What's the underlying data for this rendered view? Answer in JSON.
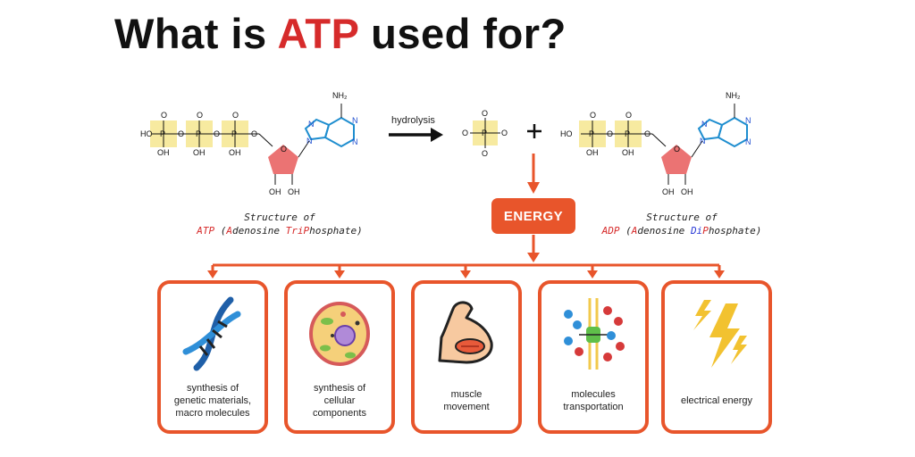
{
  "title": {
    "prefix": "What is ",
    "highlight": "ATP",
    "suffix": " used for?"
  },
  "reaction": {
    "arrow_label": "hydrolysis",
    "plus": "+",
    "energy": "ENERGY",
    "atp_caption": {
      "line1": "Structure of",
      "acronym": "ATP",
      "open": " (",
      "a": "A",
      "mid1": "denosine ",
      "tri": "Tri",
      "p": "P",
      "end": "hosphate)"
    },
    "adp_caption": {
      "line1": "Structure of",
      "acronym": "ADP",
      "open": " (",
      "a": "A",
      "mid1": "denosine ",
      "di": "Di",
      "p": "P",
      "end": "hosphate)"
    }
  },
  "atoms": {
    "P": "P",
    "O": "O",
    "HO": "HO",
    "OH": "OH",
    "N": "N",
    "NH2": "NH₂"
  },
  "uses": [
    {
      "lines": [
        "synthesis of",
        "genetic materials,",
        "macro molecules"
      ],
      "icon": "dna-icon"
    },
    {
      "lines": [
        "synthesis of",
        "cellular",
        "components"
      ],
      "icon": "cell-icon"
    },
    {
      "lines": [
        "muscle",
        "movement"
      ],
      "icon": "muscle-icon"
    },
    {
      "lines": [
        "molecules",
        "transportation"
      ],
      "icon": "membrane-transport-icon"
    },
    {
      "lines": [
        "electrical energy"
      ],
      "icon": "lightning-icon"
    }
  ],
  "colors": {
    "accent": "#e8552b",
    "red": "#d62b2b",
    "blue": "#2b3bd6",
    "phosphate_bg": "#f7eaa0",
    "ribose": "#e85a5a",
    "adenine": "#1f8ecf"
  }
}
